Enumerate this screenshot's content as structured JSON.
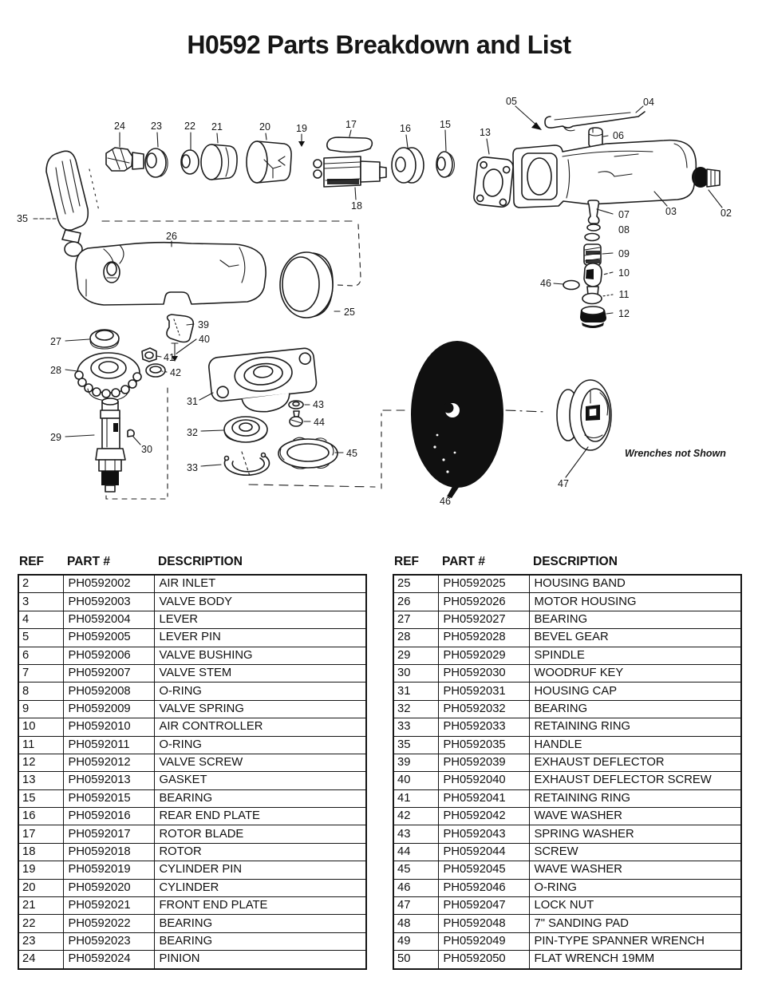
{
  "title": "H0592 Parts Breakdown and List",
  "diagram": {
    "note": "Wrenches not Shown",
    "callouts": {
      "n35": "35",
      "n24": "24",
      "n23": "23",
      "n22": "22",
      "n21": "21",
      "n20": "20",
      "n19": "19",
      "n17": "17",
      "n18": "18",
      "n16": "16",
      "n15": "15",
      "n13": "13",
      "n05": "05",
      "n04": "04",
      "n06": "06",
      "n03": "03",
      "n02": "02",
      "n07": "07",
      "n08": "08",
      "n09": "09",
      "n10": "10",
      "n46a": "46",
      "n11": "11",
      "n12": "12",
      "n26": "26",
      "n25": "25",
      "n27": "27",
      "n28": "28",
      "n39": "39",
      "n40": "40",
      "n41": "41",
      "n42": "42",
      "n29": "29",
      "n30": "30",
      "n31": "31",
      "n32": "32",
      "n33": "33",
      "n43": "43",
      "n44": "44",
      "n45": "45",
      "n46b": "46",
      "n47": "47"
    }
  },
  "tables": {
    "headers": [
      "REF",
      "PART #",
      "DESCRIPTION"
    ],
    "left_rows": [
      [
        "2",
        "PH0592002",
        "AIR INLET"
      ],
      [
        "3",
        "PH0592003",
        "VALVE BODY"
      ],
      [
        "4",
        "PH0592004",
        "LEVER"
      ],
      [
        "5",
        "PH0592005",
        "LEVER PIN"
      ],
      [
        "6",
        "PH0592006",
        "VALVE BUSHING"
      ],
      [
        "7",
        "PH0592007",
        "VALVE STEM"
      ],
      [
        "8",
        "PH0592008",
        "O-RING"
      ],
      [
        "9",
        "PH0592009",
        "VALVE SPRING"
      ],
      [
        "10",
        "PH0592010",
        "AIR CONTROLLER"
      ],
      [
        "11",
        "PH0592011",
        "O-RING"
      ],
      [
        "12",
        "PH0592012",
        "VALVE SCREW"
      ],
      [
        "13",
        "PH0592013",
        "GASKET"
      ],
      [
        "15",
        "PH0592015",
        "BEARING"
      ],
      [
        "16",
        "PH0592016",
        "REAR END PLATE"
      ],
      [
        "17",
        "PH0592017",
        "ROTOR BLADE"
      ],
      [
        "18",
        "PH0592018",
        "ROTOR"
      ],
      [
        "19",
        "PH0592019",
        "CYLINDER PIN"
      ],
      [
        "20",
        "PH0592020",
        "CYLINDER"
      ],
      [
        "21",
        "PH0592021",
        "FRONT END PLATE"
      ],
      [
        "22",
        "PH0592022",
        "BEARING"
      ],
      [
        "23",
        "PH0592023",
        "BEARING"
      ],
      [
        "24",
        "PH0592024",
        "PINION"
      ]
    ],
    "right_rows": [
      [
        "25",
        "PH0592025",
        "HOUSING BAND"
      ],
      [
        "26",
        "PH0592026",
        "MOTOR HOUSING"
      ],
      [
        "27",
        "PH0592027",
        "BEARING"
      ],
      [
        "28",
        "PH0592028",
        "BEVEL GEAR"
      ],
      [
        "29",
        "PH0592029",
        "SPINDLE"
      ],
      [
        "30",
        "PH0592030",
        "WOODRUF KEY"
      ],
      [
        "31",
        "PH0592031",
        "HOUSING CAP"
      ],
      [
        "32",
        "PH0592032",
        "BEARING"
      ],
      [
        "33",
        "PH0592033",
        "RETAINING RING"
      ],
      [
        "35",
        "PH0592035",
        "HANDLE"
      ],
      [
        "39",
        "PH0592039",
        "EXHAUST DEFLECTOR"
      ],
      [
        "40",
        "PH0592040",
        "EXHAUST DEFLECTOR SCREW"
      ],
      [
        "41",
        "PH0592041",
        "RETAINING RING"
      ],
      [
        "42",
        "PH0592042",
        "WAVE WASHER"
      ],
      [
        "43",
        "PH0592043",
        "SPRING WASHER"
      ],
      [
        "44",
        "PH0592044",
        "SCREW"
      ],
      [
        "45",
        "PH0592045",
        "WAVE WASHER"
      ],
      [
        "46",
        "PH0592046",
        "O-RING"
      ],
      [
        "47",
        "PH0592047",
        "LOCK NUT"
      ],
      [
        "48",
        "PH0592048",
        "7\" SANDING PAD"
      ],
      [
        "49",
        "PH0592049",
        "PIN-TYPE SPANNER WRENCH"
      ],
      [
        "50",
        "PH0592050",
        "FLAT WRENCH 19MM"
      ]
    ]
  }
}
